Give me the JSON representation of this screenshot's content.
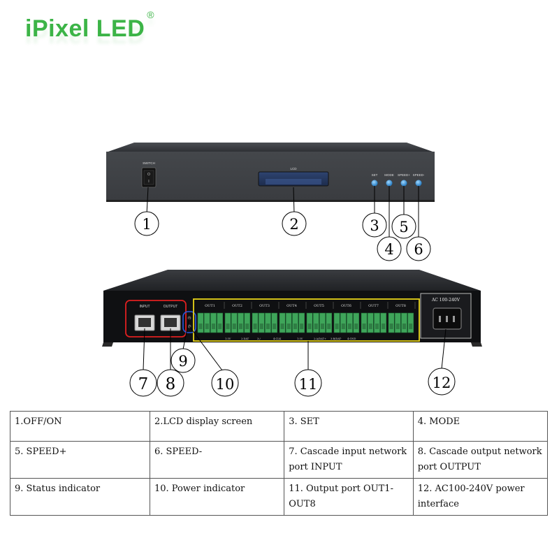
{
  "brand": {
    "name": "iPixel LED",
    "mark": "®"
  },
  "front_panel": {
    "switch_label": "SWITCH",
    "switch_on": "O",
    "switch_off": "I",
    "lcd_label": "LCD",
    "button_labels": [
      "SET",
      "MODE",
      "SPEED+",
      "SPEED-"
    ]
  },
  "rear_panel": {
    "input_label": "INPUT",
    "output_label": "OUTPUT",
    "power_label": "AC 100-240V",
    "out_labels": [
      "OUT1",
      "OUT2",
      "OUT3",
      "OUT4",
      "OUT5",
      "OUT6",
      "OUT7",
      "OUT8"
    ],
    "terminal_labels": [
      "1:5V",
      "2:DAT",
      "3:/",
      "4:CLK",
      "1:5V",
      "2:A/DAT+",
      "3:B/DAT-",
      "4:GND"
    ]
  },
  "callouts": [
    "1",
    "2",
    "3",
    "4",
    "5",
    "6",
    "7",
    "8",
    "9",
    "10",
    "11",
    "12"
  ],
  "legend": [
    [
      "1.OFF/ON",
      "2.LCD display screen",
      "3.  SET",
      "4.  MODE"
    ],
    [
      "5.    SPEED+",
      "6.  SPEED-",
      "7.    Cascade input network port INPUT",
      "8.  Cascade output network port OUTPUT"
    ],
    [
      "9.    Status indicator",
      "10.    Power indicator",
      "11.  Output port OUT1-OUT8",
      "12.    AC100-240V power interface"
    ]
  ]
}
